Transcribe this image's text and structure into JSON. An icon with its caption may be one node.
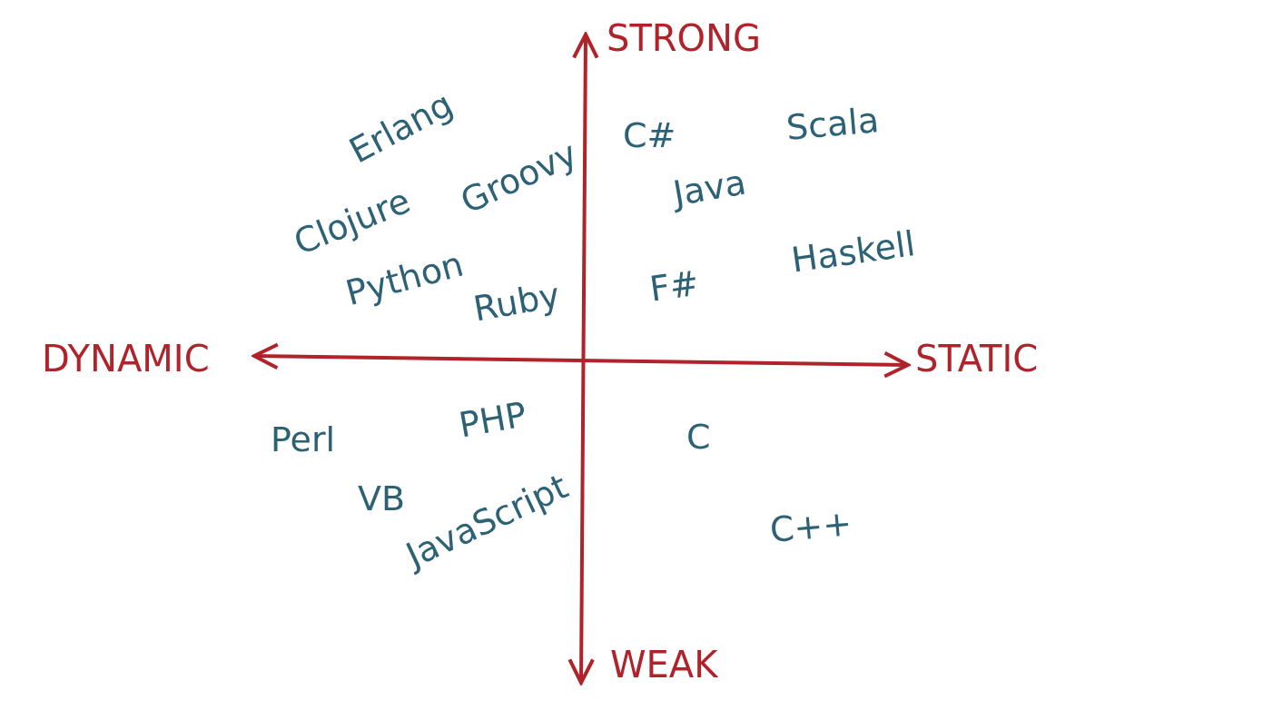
{
  "diagram": {
    "labels": [
      "STRONG",
      "C#",
      "Scala",
      "Erlang",
      "Java",
      "Groovy",
      "Clojure",
      "Haskell",
      "Python",
      "Ruby",
      "F#",
      "DYNAMIC",
      "STATIC",
      "Perl",
      "PHP",
      "C",
      "VB",
      "C++",
      "JavaScript",
      "WEAK"
    ]
  }
}
